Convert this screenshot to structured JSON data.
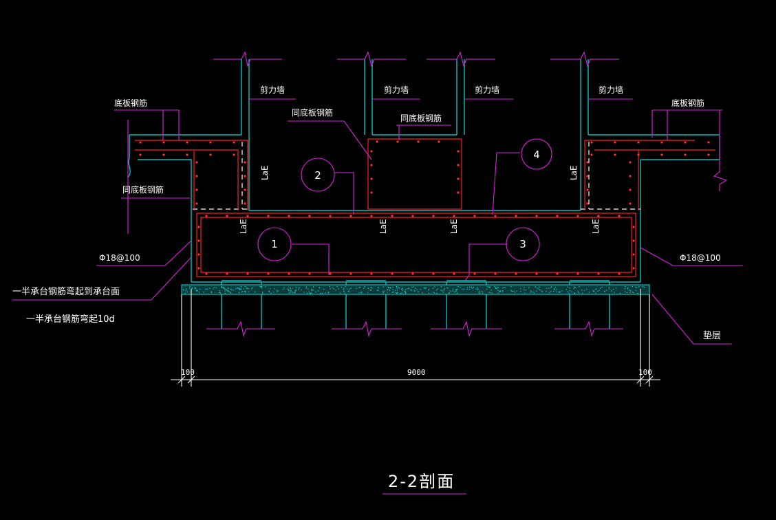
{
  "drawing_title": "2-2剖面",
  "labels": {
    "shear_wall": "剪力墙",
    "bottom_slab_rebar": "底板钢筋",
    "same_as_bottom_slab_rebar": "同底板钢筋",
    "rebar_spec": "Φ18@100",
    "note_half_bend_to_cap": "一半承台钢筋弯起到承台面",
    "note_half_bend_10d": "一半承台钢筋弯起10d",
    "cushion": "垫层",
    "anchorage": "LaE"
  },
  "markers": [
    "1",
    "2",
    "3",
    "4"
  ],
  "dimensions": {
    "left_offset": "100",
    "span": "9000",
    "right_offset": "100"
  },
  "colors": {
    "background": "#000000",
    "concrete_outline": "#00e5e5",
    "rebar": "#ff2020",
    "leader": "#e020e0",
    "text": "#ffffff"
  }
}
